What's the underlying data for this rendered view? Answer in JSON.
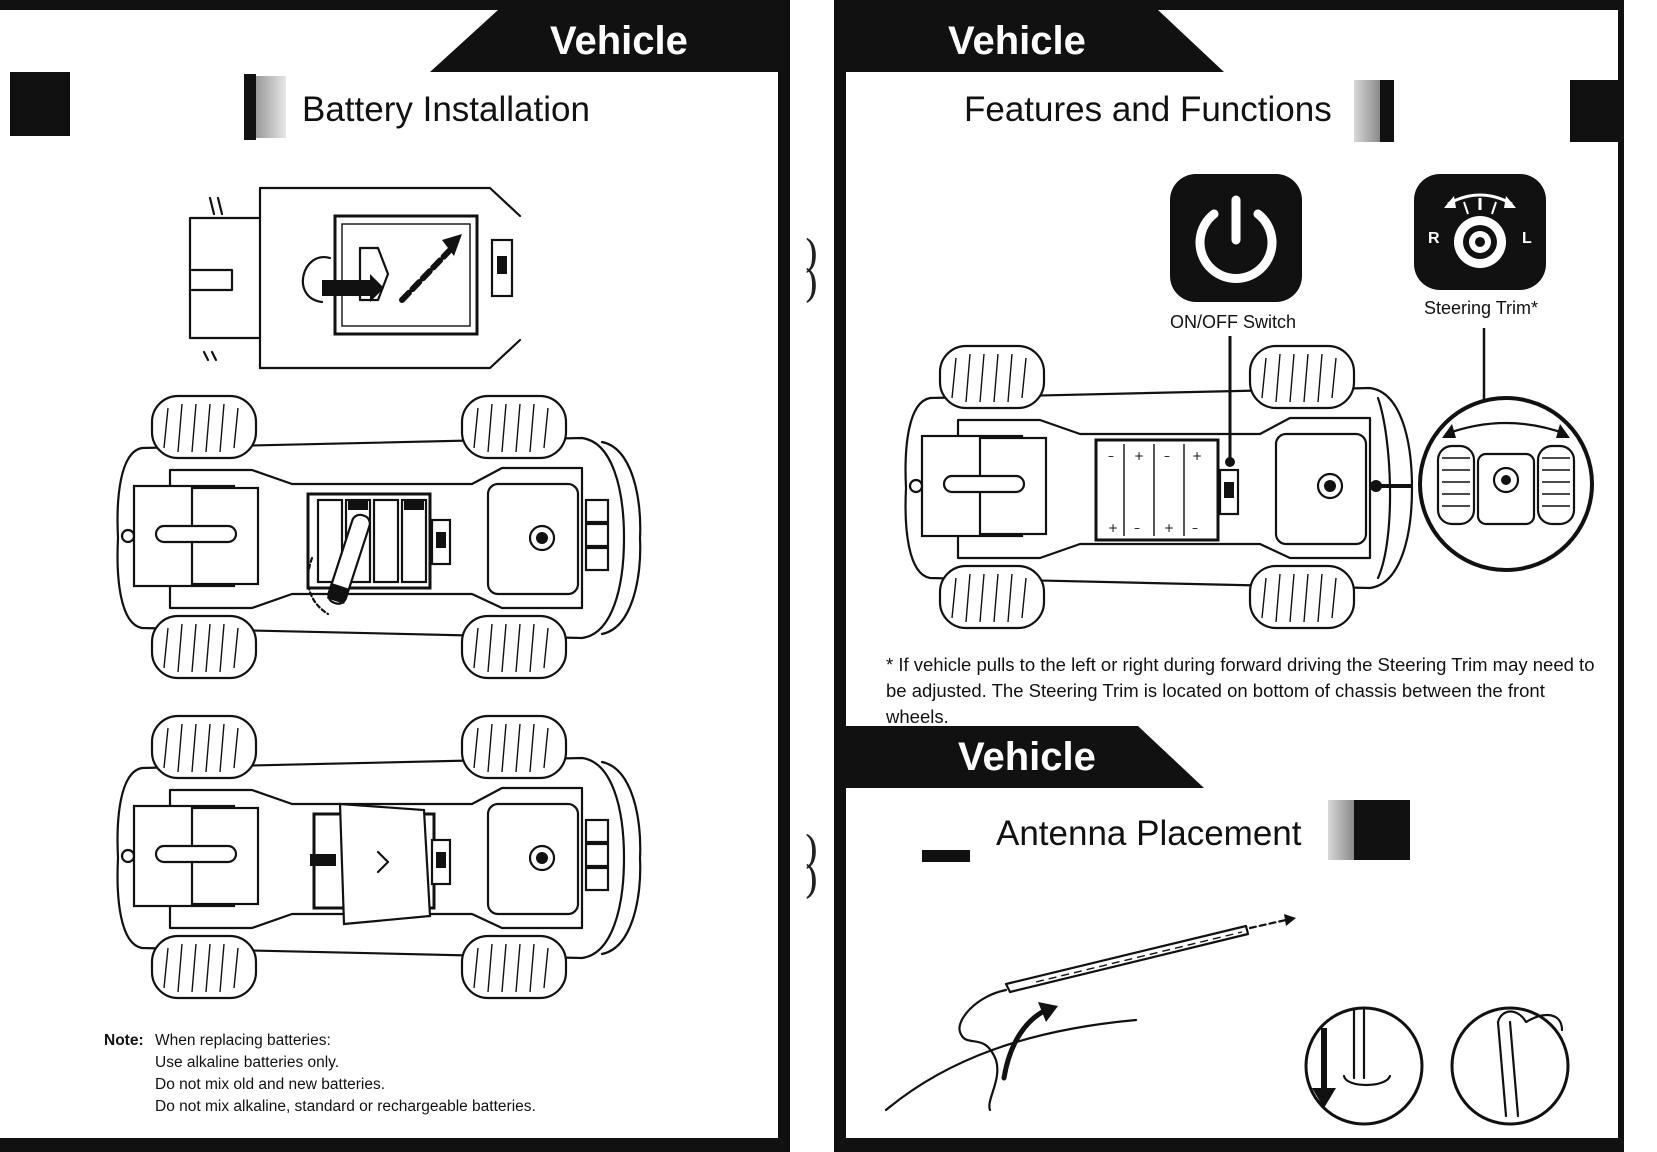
{
  "left_page": {
    "banner": "Vehicle",
    "section_title": "Battery Installation",
    "note": {
      "label": "Note:",
      "lines": [
        "When replacing batteries:",
        "Use alkaline batteries only.",
        "Do not mix old and new batteries.",
        "Do not mix alkaline, standard or rechargeable batteries."
      ]
    }
  },
  "right_page": {
    "banner": "Vehicle",
    "section_title": "Features and Functions",
    "power_caption": "ON/OFF Switch",
    "trim_caption": "Steering Trim*",
    "trim_letters": {
      "right": "R",
      "left": "L"
    },
    "footnote": "* If vehicle pulls to the left or right during forward driving the Steering Trim may need to be adjusted. The Steering Trim is located on bottom of chassis between the front wheels.",
    "banner2": "Vehicle",
    "section_title2": "Antenna Placement"
  },
  "colors": {
    "ink": "#111111",
    "paper": "#ffffff"
  }
}
